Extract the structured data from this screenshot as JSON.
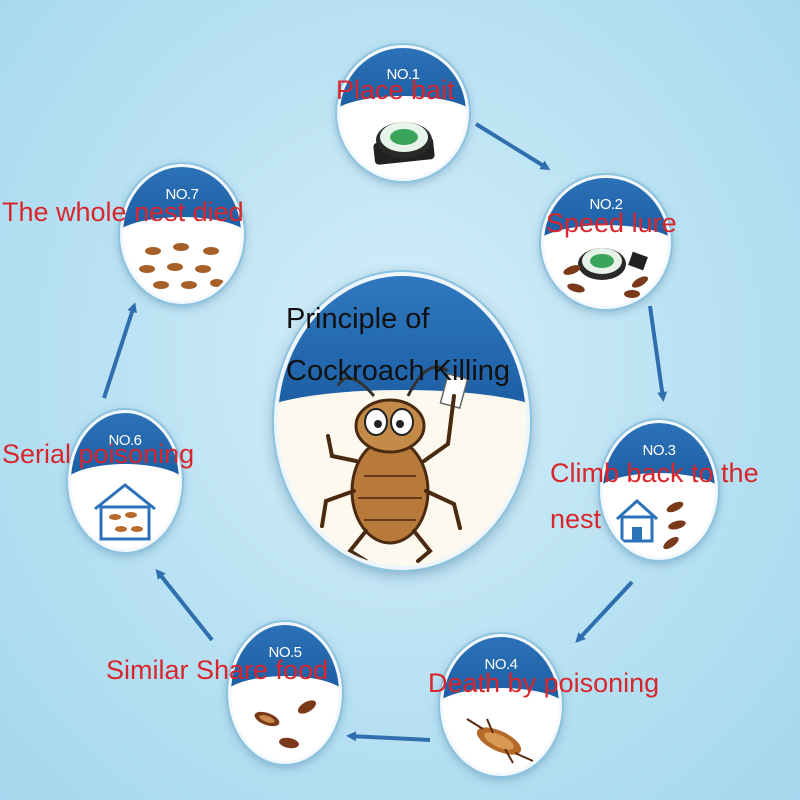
{
  "diagram": {
    "title_line1": "Principle of",
    "title_line2": "Cockroach Killing",
    "steps": [
      {
        "number": "NO.1",
        "label": "Place bait"
      },
      {
        "number": "NO.2",
        "label": "Speed lure"
      },
      {
        "number": "NO.3",
        "label": "Climb back to the nest"
      },
      {
        "number": "NO.4",
        "label": "Death by poisoning"
      },
      {
        "number": "NO.5",
        "label": "Similar Share food"
      },
      {
        "number": "NO.6",
        "label": "Serial poisoning"
      },
      {
        "number": "NO.7",
        "label": "The whole nest died"
      }
    ]
  },
  "colors": {
    "background": "#b8e1f3",
    "cap_blue": "#1c5ea3",
    "arrow_blue": "#2f6fb0",
    "label_red": "#d8262c",
    "title_black": "#111111"
  },
  "icons": {
    "bait": "bait-trap-icon",
    "cockroach": "cockroach-icon",
    "house": "house-icon",
    "mascot": "cockroach-mascot-icon"
  }
}
